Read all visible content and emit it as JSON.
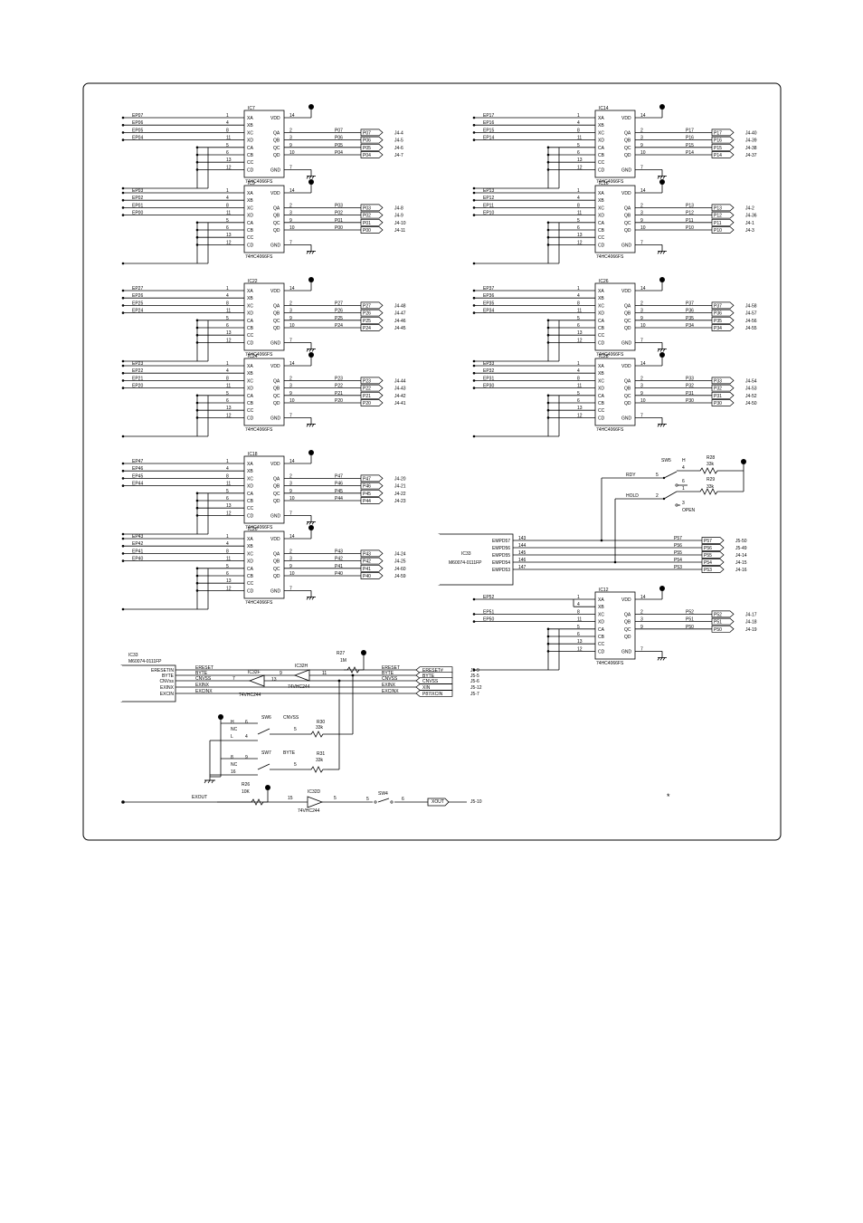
{
  "ic_blocks": [
    {
      "ref": "IC7",
      "part": "74HC4066FS",
      "inputs": [
        "EP07",
        "EP06",
        "EP05",
        "EP04"
      ],
      "outputs": [
        "P07",
        "P06",
        "P05",
        "P04"
      ],
      "conns": [
        "J4-4",
        "J4-5",
        "J4-6",
        "J4-7"
      ]
    },
    {
      "ref": "IC9",
      "part": "74HC4066FS",
      "inputs": [
        "EP03",
        "EP02",
        "EP01",
        "EP00"
      ],
      "outputs": [
        "P03",
        "P02",
        "P01",
        "P00"
      ],
      "conns": [
        "J4-8",
        "J4-9",
        "J4-10",
        "J4-11"
      ]
    },
    {
      "ref": "IC14",
      "part": "74HC4066FS",
      "inputs": [
        "EP17",
        "EP16",
        "EP15",
        "EP14"
      ],
      "outputs": [
        "P17",
        "P16",
        "P15",
        "P14"
      ],
      "conns": [
        "J4-40",
        "J4-39",
        "J4-38",
        "J4-37"
      ]
    },
    {
      "ref": "IC16",
      "part": "74HC4066FS",
      "inputs": [
        "EP13",
        "EP12",
        "EP11",
        "EP10"
      ],
      "outputs": [
        "P13",
        "P12",
        "P11",
        "P10"
      ],
      "conns": [
        "J4-2",
        "J4-36",
        "J4-1",
        "J4-3"
      ]
    },
    {
      "ref": "IC22",
      "part": "74HC4066FS",
      "inputs": [
        "EP27",
        "EP26",
        "EP25",
        "EP24"
      ],
      "outputs": [
        "P27",
        "P26",
        "P25",
        "P24"
      ],
      "conns": [
        "J4-48",
        "J4-47",
        "J4-46",
        "J4-45"
      ]
    },
    {
      "ref": "IC24",
      "part": "74HC4066FS",
      "inputs": [
        "EP23",
        "EP22",
        "EP21",
        "EP20"
      ],
      "outputs": [
        "P23",
        "P22",
        "P21",
        "P20"
      ],
      "conns": [
        "J4-44",
        "J4-43",
        "J4-42",
        "J4-41"
      ]
    },
    {
      "ref": "IC26",
      "part": "74HC4066FS",
      "inputs": [
        "EP37",
        "EP36",
        "EP35",
        "EP34"
      ],
      "outputs": [
        "P37",
        "P36",
        "P35",
        "P34"
      ],
      "conns": [
        "J4-58",
        "J4-57",
        "J4-56",
        "J4-55"
      ]
    },
    {
      "ref": "IC28",
      "part": "74HC4066FS",
      "inputs": [
        "EP33",
        "EP32",
        "EP31",
        "EP30"
      ],
      "outputs": [
        "P33",
        "P32",
        "P31",
        "P30"
      ],
      "conns": [
        "J4-54",
        "J4-53",
        "J4-52",
        "J4-50"
      ]
    },
    {
      "ref": "IC18",
      "part": "74HC4066FS",
      "inputs": [
        "EP47",
        "EP46",
        "EP45",
        "EP44"
      ],
      "outputs": [
        "P47",
        "P46",
        "P45",
        "P44"
      ],
      "conns": [
        "J4-20",
        "J4-21",
        "J4-22",
        "J4-23"
      ]
    },
    {
      "ref": "IC20",
      "part": "74HC4066FS",
      "inputs": [
        "EP43",
        "EP42",
        "EP41",
        "EP40"
      ],
      "outputs": [
        "P43",
        "P42",
        "P41",
        "P40"
      ],
      "conns": [
        "J4-24",
        "J4-25",
        "J4-60",
        "J4-59"
      ]
    },
    {
      "ref": "IC12",
      "part": "74HC4066FS",
      "inputs": [
        "EP52",
        "EP51",
        "EP50"
      ],
      "outputs": [
        "P52",
        "P51",
        "P50"
      ],
      "conns": [
        "J4-17",
        "J4-18",
        "J4-19"
      ]
    }
  ],
  "switch_pins": {
    "left": [
      "XA",
      "XB",
      "XC",
      "XD",
      "CA",
      "CB",
      "CC",
      "CD"
    ],
    "right": [
      "VDD",
      "QA",
      "QB",
      "QC",
      "QD",
      "GND"
    ],
    "in_nums": [
      "1",
      "4",
      "8",
      "11"
    ],
    "out_nums": [
      "2",
      "3",
      "9",
      "10"
    ],
    "ctl_nums": [
      "5",
      "6",
      "13",
      "12"
    ],
    "vdd_num": "14",
    "gnd_num": "7"
  },
  "ic33_pd": {
    "ref": "IC33",
    "part": "M60074-0111FP",
    "pins": [
      {
        "name": "EMPD57",
        "num": "143",
        "net": "P57",
        "conn": "J5-50"
      },
      {
        "name": "EMPD56",
        "num": "144",
        "net": "P56",
        "conn": "J5-49"
      },
      {
        "name": "EMPD55",
        "num": "145",
        "net": "P55",
        "conn": "J4-14"
      },
      {
        "name": "EMPD54",
        "num": "146",
        "net": "P54",
        "conn": "J4-15"
      },
      {
        "name": "EMPD53",
        "num": "147",
        "net": "P53",
        "conn": "J4-16"
      }
    ]
  },
  "sw5": {
    "ref": "SW5",
    "h_label": "H",
    "open_label": "OPEN",
    "rdy": "RDY",
    "hold": "HOLD",
    "pins": [
      "4",
      "5",
      "6",
      "1",
      "2",
      "3"
    ],
    "r1": {
      "ref": "R28",
      "value": "33k"
    },
    "r2": {
      "ref": "R29",
      "value": "33k"
    }
  },
  "ic33_ctl": {
    "ref": "IC33",
    "part": "M60074-0111FP",
    "pins": [
      "ERESETIN",
      "BYTE",
      "CNVss",
      "EXINX",
      "EXCIN"
    ],
    "nets": [
      "ERESET",
      "BYTE",
      "CNVSS",
      "EXINX",
      "EXCINX"
    ],
    "out_nets": [
      "ERESET",
      "BYTE",
      "CNVSS",
      "EXINX",
      "EXCINX"
    ],
    "out_signals": [
      "ERESET#",
      "BYTE",
      "CNVSS",
      "XIN",
      "P87/XCIN"
    ],
    "conns": [
      "J5-9",
      "J5-5",
      "J5-6",
      "J5-12",
      "J5-7"
    ]
  },
  "buffers": {
    "ic32f": "IC32F",
    "ic32h": "IC32H",
    "part": "74VHC244",
    "pin7": "7",
    "pin9": "9",
    "pin13": "13",
    "pin11": "11"
  },
  "r27": {
    "ref": "R27",
    "value": "1M"
  },
  "sw6": {
    "ref": "SW6",
    "net": "CNVSS",
    "h": "H",
    "nc": "NC",
    "l": "L",
    "pins": [
      "6",
      "5",
      "4"
    ],
    "r": {
      "ref": "R30",
      "value": "33k"
    }
  },
  "sw7": {
    "ref": "SW7",
    "net": "BYTE",
    "pins": [
      "8",
      "NC",
      "16"
    ],
    "pin_a": "9",
    "pin_b": "5",
    "r": {
      "ref": "R31",
      "value": "33k"
    }
  },
  "exout": {
    "net": "EXOUT",
    "r": {
      "ref": "R26",
      "value": "10K"
    },
    "buf_ref": "IC32D",
    "buf_part": "74VHC244",
    "pin_in": "15",
    "pin_out": "5",
    "sw": "SW4",
    "sw_pins": [
      "5",
      "6"
    ],
    "out_signal": "XOUT",
    "conn": "J5-10"
  },
  "note_mark": "*"
}
